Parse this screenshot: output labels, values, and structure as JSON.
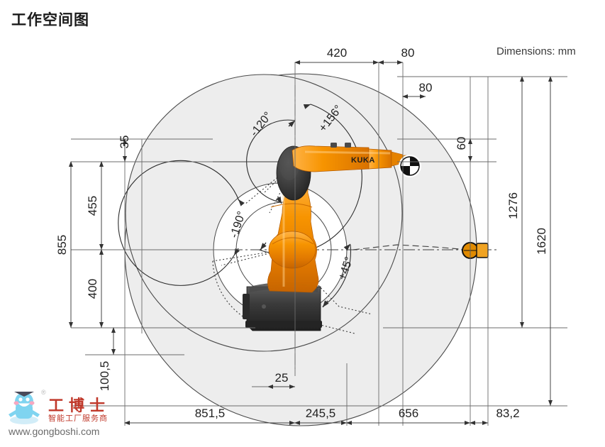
{
  "page": {
    "title": "工作空间图",
    "units_note": "Dimensions: mm"
  },
  "robot": {
    "brand": "KUKA",
    "body_color": "#f08000",
    "joint_color": "#3a3a3a",
    "base_color": "#2e2e2e"
  },
  "colors": {
    "envelope_fill": "#ededed",
    "envelope_stroke": "#4a4a4a",
    "dimension_line": "#555555",
    "text": "#222222",
    "watermark_red": "#c0392b"
  },
  "chart_data": {
    "type": "table",
    "title": "工作空间图",
    "subtitle": "Dimensions: mm",
    "xlabel": "",
    "ylabel": "",
    "top_dimensions": [
      {
        "label": "420",
        "value": 420
      },
      {
        "label": "80",
        "value": 80
      },
      {
        "label": "80",
        "value": 80
      }
    ],
    "left_dimensions": [
      {
        "label": "35",
        "value": 35
      },
      {
        "label": "455",
        "value": 455
      },
      {
        "label": "855",
        "value": 855
      },
      {
        "label": "400",
        "value": 400
      },
      {
        "label": "100,5",
        "value": 100.5
      }
    ],
    "right_dimensions": [
      {
        "label": "60",
        "value": 60
      },
      {
        "label": "1276",
        "value": 1276
      },
      {
        "label": "1620",
        "value": 1620
      }
    ],
    "bottom_dimensions": [
      {
        "label": "25",
        "value": 25
      },
      {
        "label": "851,5",
        "value": 851.5
      },
      {
        "label": "245,5",
        "value": 245.5
      },
      {
        "label": "656",
        "value": 656
      },
      {
        "label": "83,2",
        "value": 83.2
      }
    ],
    "joint_angles": [
      {
        "label": "+156°",
        "value": 156
      },
      {
        "label": "-120°",
        "value": -120
      },
      {
        "label": "-190°",
        "value": -190
      },
      {
        "label": "+45°",
        "value": 45
      }
    ]
  },
  "dimensions": {
    "top_420": "420",
    "top_80a": "80",
    "top_80b": "80",
    "left_35": "35",
    "left_455": "455",
    "left_855": "855",
    "left_400": "400",
    "left_1005": "100,5",
    "right_60": "60",
    "right_1276": "1276",
    "right_1620": "1620",
    "bottom_25": "25",
    "bottom_8515": "851,5",
    "bottom_2455": "245,5",
    "bottom_656": "656",
    "bottom_832": "83,2"
  },
  "angles": {
    "a1": "+156°",
    "a2": "-120°",
    "a3": "-190°",
    "a4": "+45°"
  },
  "watermark": {
    "name": "工博士",
    "tagline": "智能工厂服务商",
    "url": "www.gongboshi.com",
    "registered": "®"
  }
}
